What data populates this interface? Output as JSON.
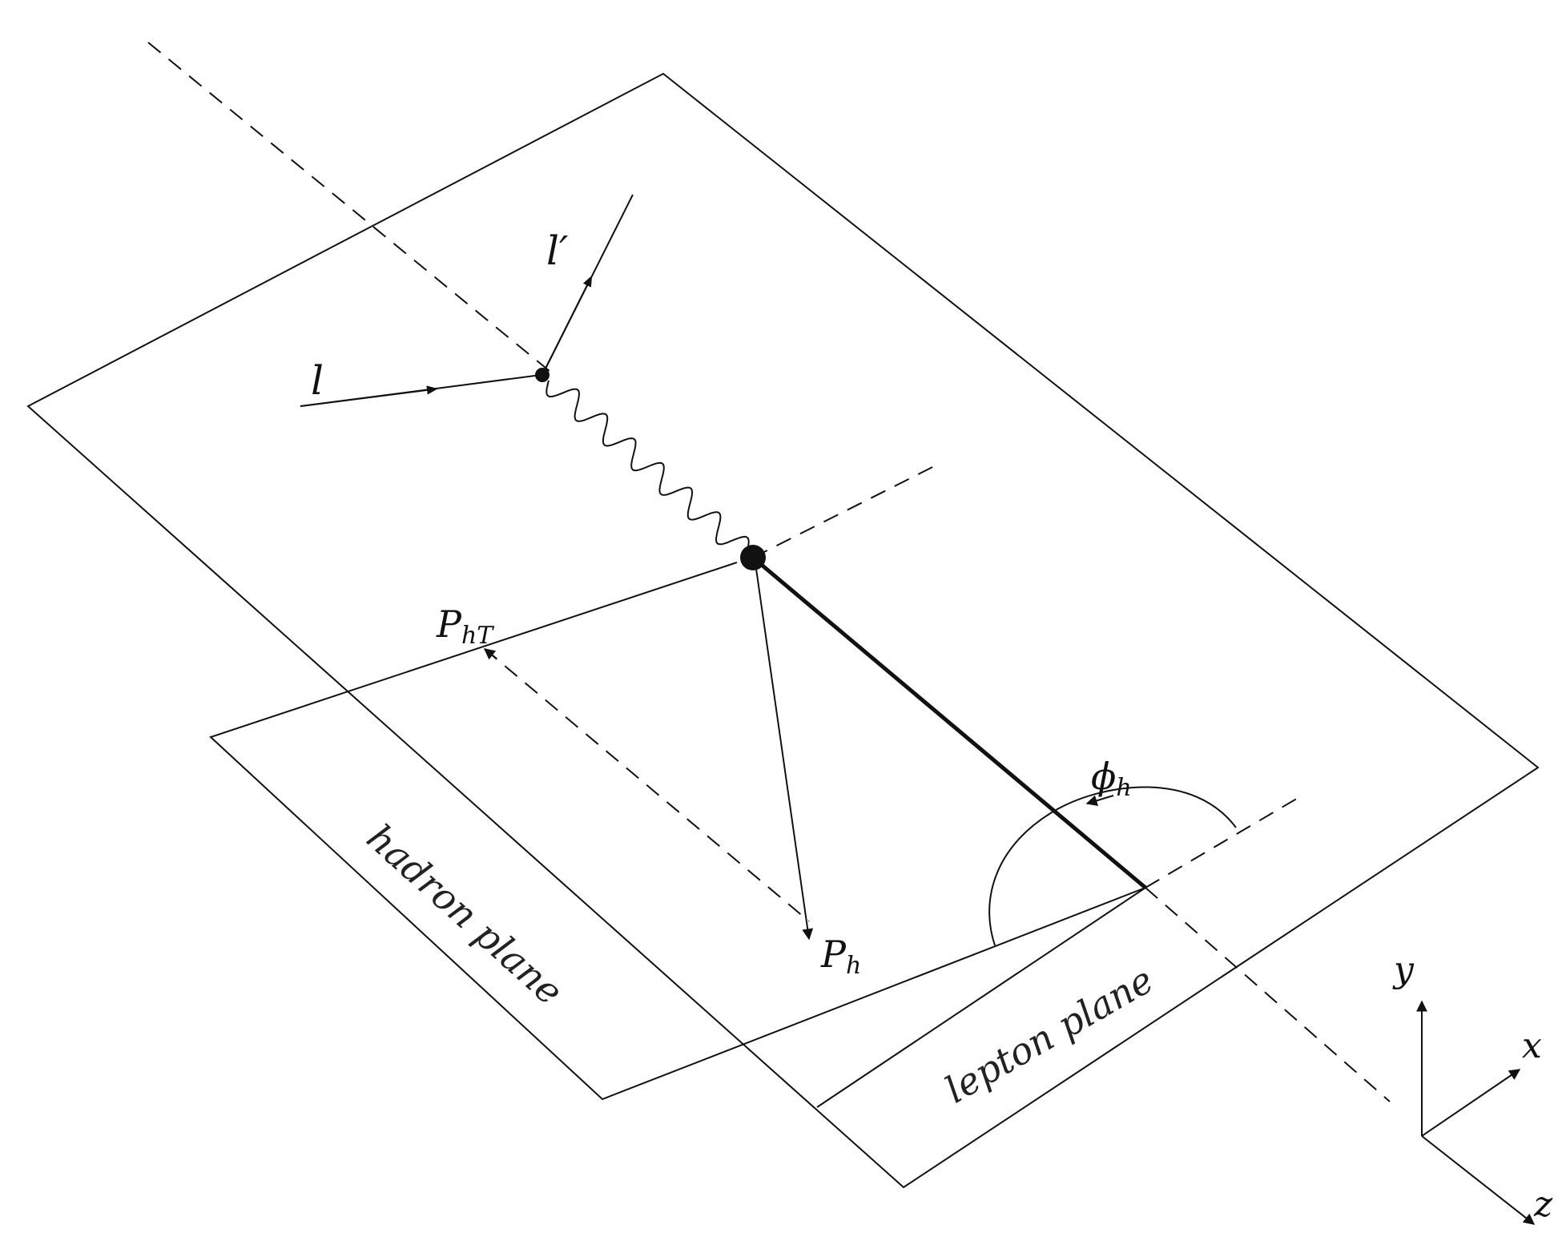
{
  "labels": {
    "incoming_lepton": "l",
    "outgoing_lepton": "l′",
    "transverse_momentum_main": "P",
    "transverse_momentum_sub": "hT",
    "hadron_momentum_main": "P",
    "hadron_momentum_sub": "h",
    "azimuthal_angle_main": "ϕ",
    "azimuthal_angle_sub": "h",
    "hadron_plane": "hadron plane",
    "lepton_plane": "lepton plane",
    "axis_x": "x",
    "axis_y": "y",
    "axis_z": "z"
  },
  "colors": {
    "stroke": "#111111",
    "background": "#ffffff"
  }
}
